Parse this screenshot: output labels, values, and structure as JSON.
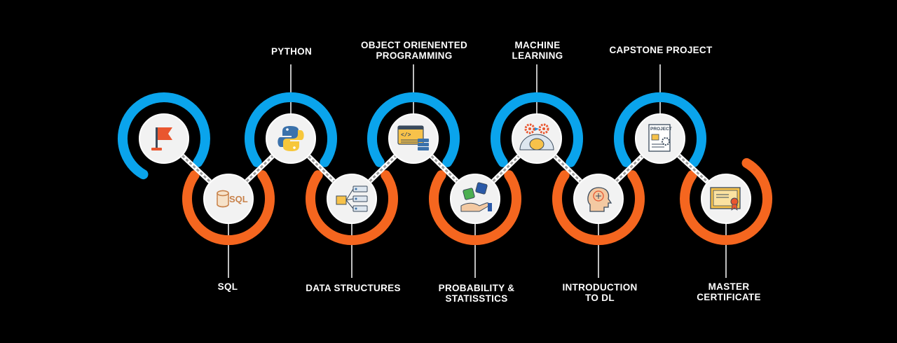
{
  "colors": {
    "background": "#000000",
    "blue": "#0aa4ec",
    "orange": "#f5661f",
    "node": "#f2f2f2"
  },
  "nodes": [
    {
      "label": "",
      "icon": "flag-icon",
      "ring": "blue",
      "position": "top"
    },
    {
      "label": "SQL",
      "icon": "sql-database-icon",
      "ring": "orange",
      "position": "bottom",
      "icon_text": "SQL"
    },
    {
      "label": "PYTHON",
      "icon": "python-logo-icon",
      "ring": "blue",
      "position": "top"
    },
    {
      "label": "DATA STRUCTURES",
      "icon": "data-structure-icon",
      "ring": "orange",
      "position": "bottom"
    },
    {
      "label": "OBJECT ORIENENTED\nPROGRAMMING",
      "icon": "code-window-icon",
      "ring": "blue",
      "position": "top"
    },
    {
      "label": "PROBABILITY &\nSTATISSTICS",
      "icon": "dice-hand-icon",
      "ring": "orange",
      "position": "bottom"
    },
    {
      "label": "MACHINE\nLEARNING",
      "icon": "gears-brain-icon",
      "ring": "blue",
      "position": "top"
    },
    {
      "label": "INTRODUCTION\nTO DL",
      "icon": "ai-head-icon",
      "ring": "orange",
      "position": "bottom"
    },
    {
      "label": "CAPSTONE PROJECT",
      "icon": "project-document-icon",
      "ring": "blue",
      "position": "top",
      "icon_text": "PROJECT"
    },
    {
      "label": "MASTER\nCERTIFICATE",
      "icon": "certificate-icon",
      "ring": "orange",
      "position": "bottom"
    }
  ]
}
